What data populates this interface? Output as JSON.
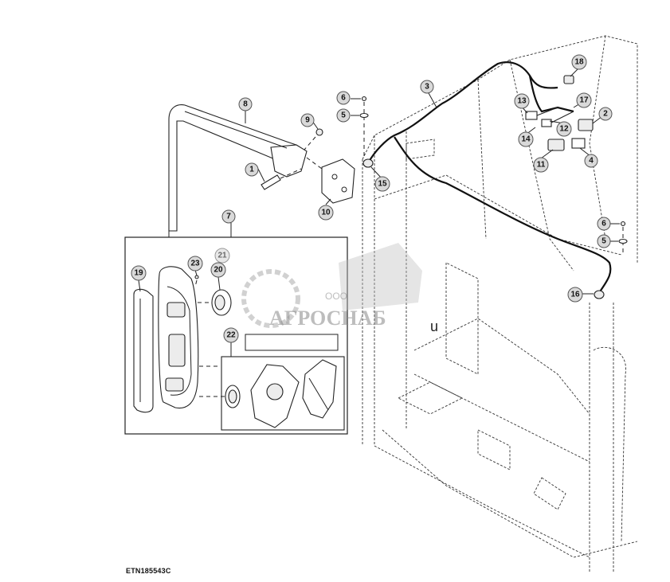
{
  "figure_id": "ETN185543C",
  "watermark": {
    "org": "ООО",
    "brand": "АГРОСНАБ",
    "trailing": "u"
  },
  "callouts": [
    {
      "id": "c1",
      "label": "1"
    },
    {
      "id": "c2",
      "label": "2"
    },
    {
      "id": "c3",
      "label": "3"
    },
    {
      "id": "c4",
      "label": "4"
    },
    {
      "id": "c5a",
      "label": "5"
    },
    {
      "id": "c5b",
      "label": "5"
    },
    {
      "id": "c6a",
      "label": "6"
    },
    {
      "id": "c6b",
      "label": "6"
    },
    {
      "id": "c7",
      "label": "7"
    },
    {
      "id": "c8",
      "label": "8"
    },
    {
      "id": "c9",
      "label": "9"
    },
    {
      "id": "c10",
      "label": "10"
    },
    {
      "id": "c11",
      "label": "11"
    },
    {
      "id": "c12",
      "label": "12"
    },
    {
      "id": "c13",
      "label": "13"
    },
    {
      "id": "c14",
      "label": "14"
    },
    {
      "id": "c15",
      "label": "15"
    },
    {
      "id": "c16",
      "label": "16"
    },
    {
      "id": "c17",
      "label": "17"
    },
    {
      "id": "c18",
      "label": "18"
    },
    {
      "id": "c19",
      "label": "19"
    },
    {
      "id": "c20",
      "label": "20"
    },
    {
      "id": "c21",
      "label": "21"
    },
    {
      "id": "c22",
      "label": "22"
    },
    {
      "id": "c23",
      "label": "23"
    }
  ],
  "colors": {
    "line": "#222222",
    "callout_fill": "#d9d9d9",
    "watermark": "#888888"
  }
}
